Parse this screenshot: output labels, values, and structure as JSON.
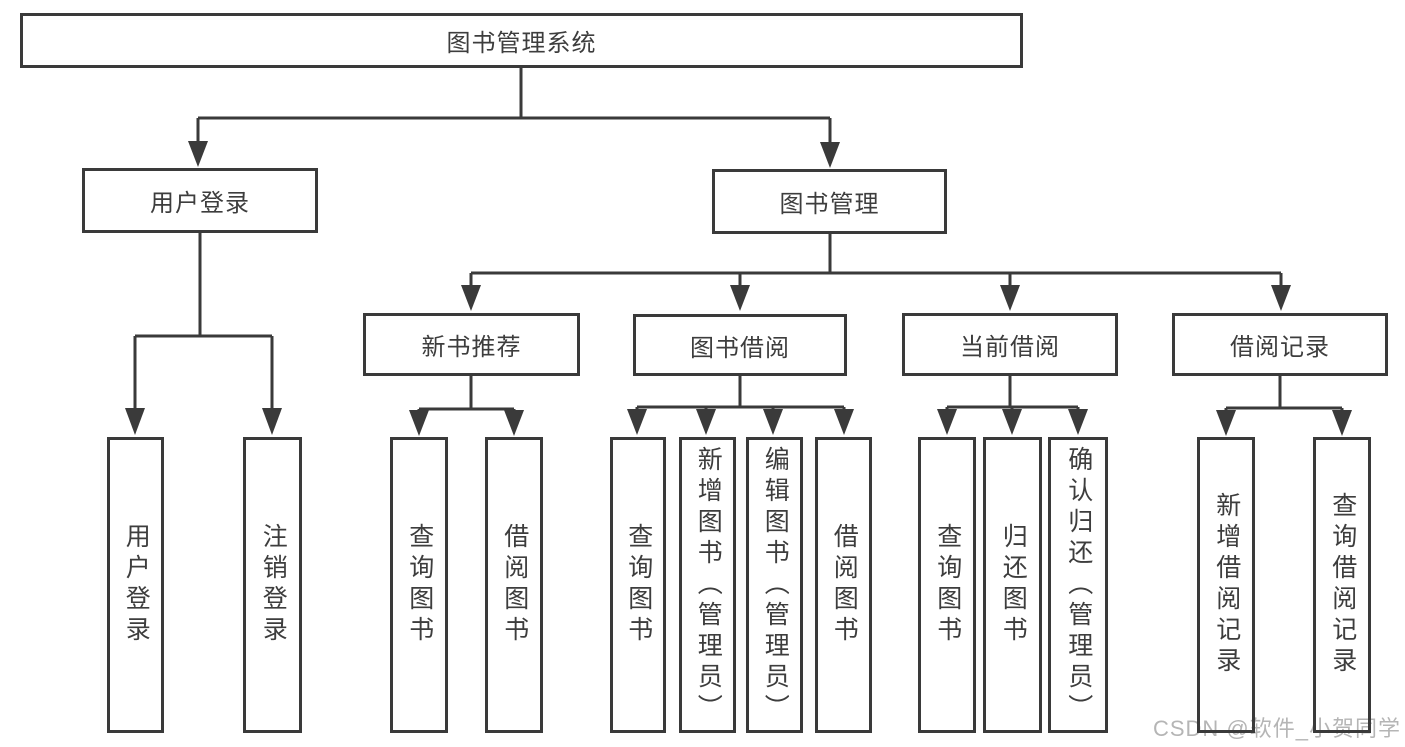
{
  "colors": {
    "line": "#3a3a3a",
    "text": "#3d3d3d",
    "bg": "#ffffff",
    "watermark": "#b5b5b5"
  },
  "tree": {
    "root": {
      "label": "图书管理系统"
    },
    "level2": [
      {
        "label": "用户登录",
        "children": [
          {
            "label": "用户登录"
          },
          {
            "label": "注销登录"
          }
        ]
      },
      {
        "label": "图书管理",
        "children": [
          {
            "label": "新书推荐",
            "children": [
              {
                "label": "查询图书"
              },
              {
                "label": "借阅图书"
              }
            ]
          },
          {
            "label": "图书借阅",
            "children": [
              {
                "label": "查询图书"
              },
              {
                "label": "新增图书（管理员）"
              },
              {
                "label": "编辑图书（管理员）"
              },
              {
                "label": "借阅图书"
              }
            ]
          },
          {
            "label": "当前借阅",
            "children": [
              {
                "label": "查询图书"
              },
              {
                "label": "归还图书"
              },
              {
                "label": "确认归还（管理员）"
              }
            ]
          },
          {
            "label": "借阅记录",
            "children": [
              {
                "label": "新增借阅记录"
              },
              {
                "label": "查询借阅记录"
              }
            ]
          }
        ]
      }
    ]
  },
  "watermark": {
    "text": "CSDN @软件_小贺同学"
  }
}
